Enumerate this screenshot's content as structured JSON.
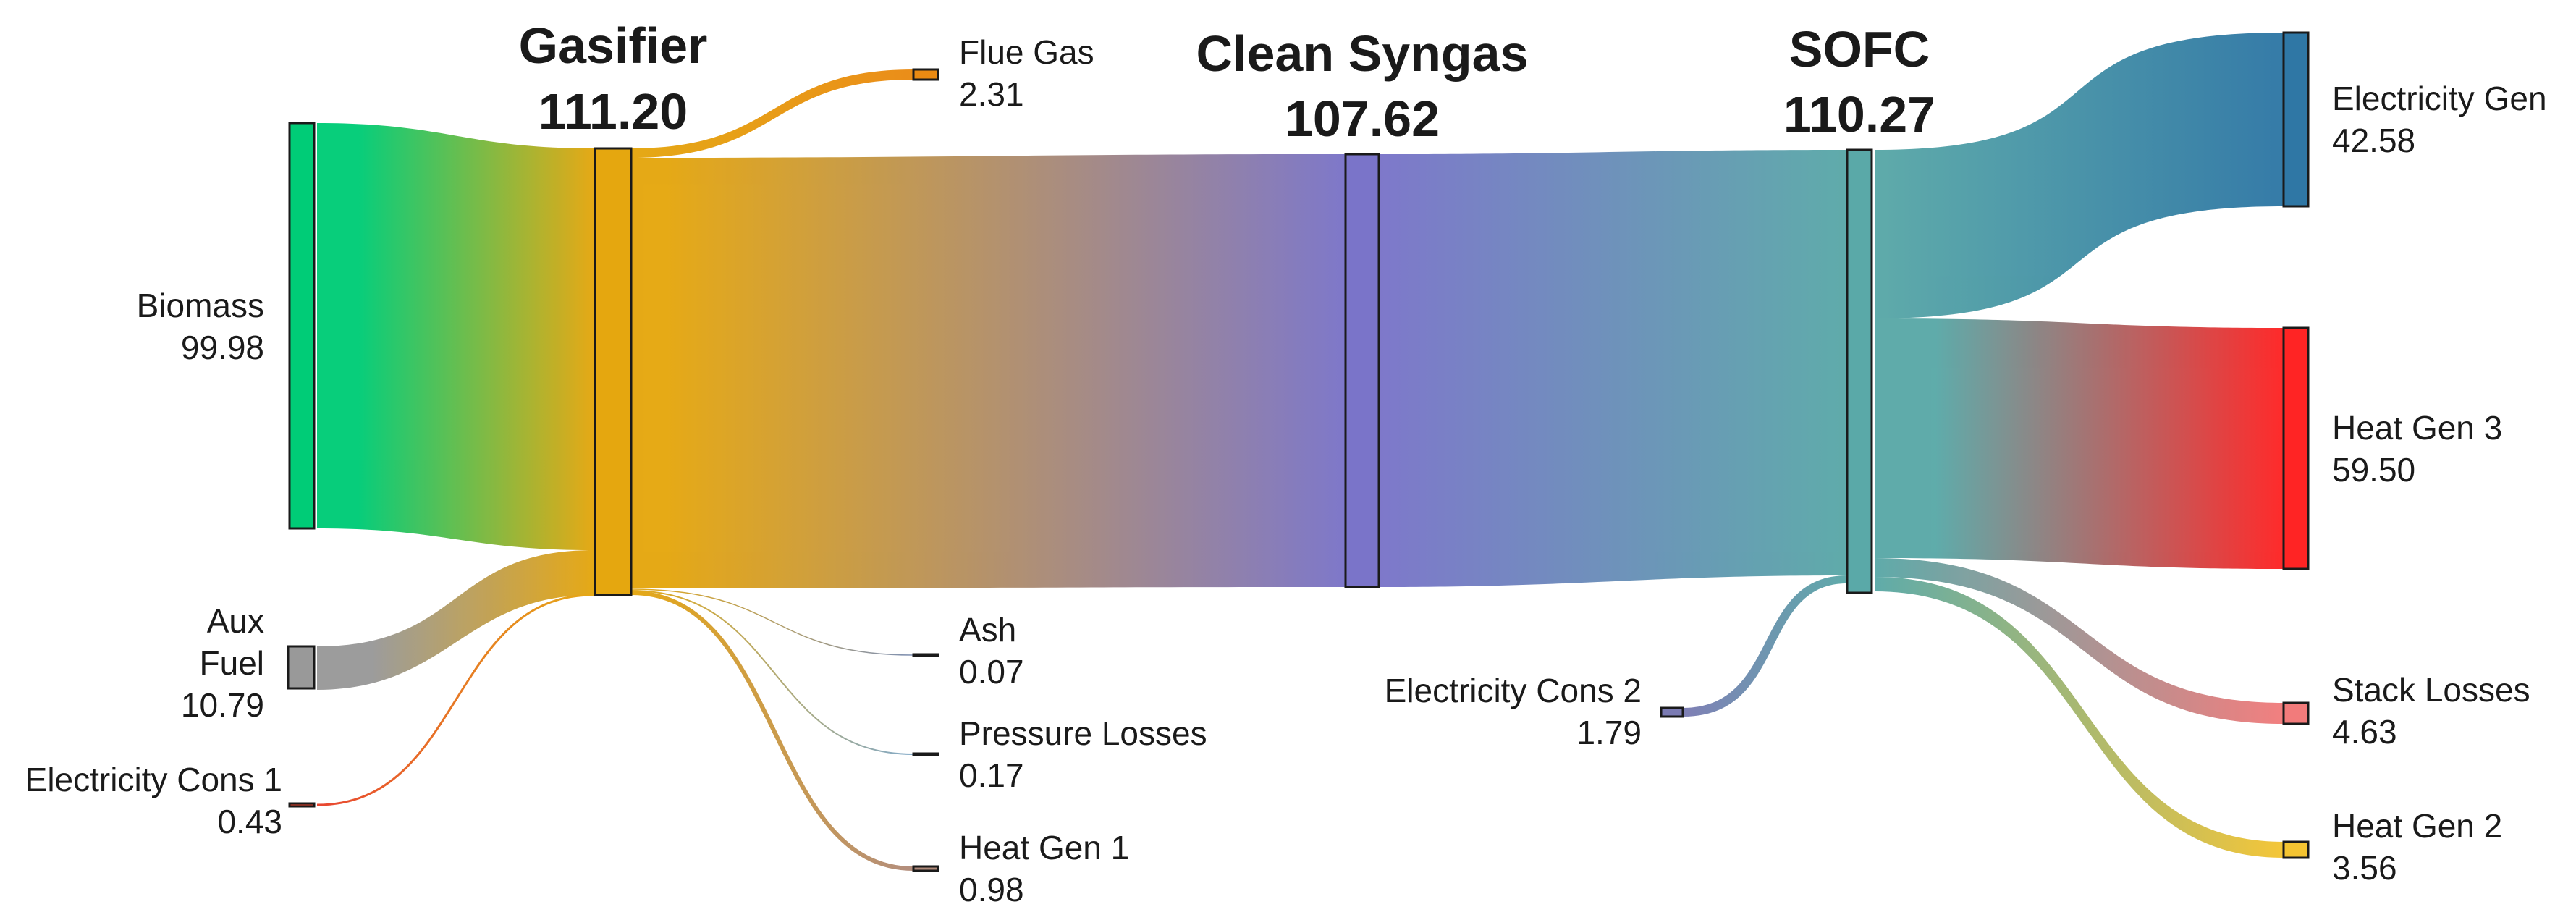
{
  "colors": {
    "biomass": "#00cc77",
    "aux_fuel": "#999999",
    "elec_cons_1": "#e8402b",
    "gasifier": "#e5a70f",
    "flue_gas": "#ea8a12",
    "ash": "#7d8fb3",
    "pressure_losses": "#7fa8c8",
    "heat_gen_1": "#b08a7a",
    "clean_syngas": "#7a74c9",
    "elec_cons_2": "#7b7bb3",
    "sofc": "#5aa9a8",
    "electricity_gen": "#2f77a5",
    "heat_gen_3": "#ff2424",
    "stack_losses": "#f27b7b",
    "heat_gen_2": "#f4c432"
  },
  "nodes": {
    "biomass": {
      "name": "Biomass",
      "value": "99.98"
    },
    "aux_fuel": {
      "name_line1": "Aux",
      "name_line2": "Fuel",
      "value": "10.79"
    },
    "elec_cons_1": {
      "name": "Electricity Cons 1",
      "value": "0.43"
    },
    "gasifier": {
      "name": "Gasifier",
      "value": "111.20"
    },
    "flue_gas": {
      "name": "Flue Gas",
      "value": "2.31"
    },
    "ash": {
      "name": "Ash",
      "value": "0.07"
    },
    "pressure_losses": {
      "name": "Pressure Losses",
      "value": "0.17"
    },
    "heat_gen_1": {
      "name": "Heat Gen 1",
      "value": "0.98"
    },
    "clean_syngas": {
      "name": "Clean Syngas",
      "value": "107.62"
    },
    "elec_cons_2": {
      "name": "Electricity Cons 2",
      "value": "1.79"
    },
    "sofc": {
      "name": "SOFC",
      "value": "110.27"
    },
    "electricity_gen": {
      "name": "Electricity Gen",
      "value": "42.58"
    },
    "heat_gen_3": {
      "name": "Heat Gen 3",
      "value": "59.50"
    },
    "stack_losses": {
      "name": "Stack Losses",
      "value": "4.63"
    },
    "heat_gen_2": {
      "name": "Heat Gen 2",
      "value": "3.56"
    }
  },
  "chart_data": {
    "type": "sankey",
    "links": [
      {
        "source": "Biomass",
        "target": "Gasifier",
        "value": 99.98
      },
      {
        "source": "Aux Fuel",
        "target": "Gasifier",
        "value": 10.79
      },
      {
        "source": "Electricity Cons 1",
        "target": "Gasifier",
        "value": 0.43
      },
      {
        "source": "Gasifier",
        "target": "Flue Gas",
        "value": 2.31
      },
      {
        "source": "Gasifier",
        "target": "Clean Syngas",
        "value": 107.62
      },
      {
        "source": "Gasifier",
        "target": "Ash",
        "value": 0.07
      },
      {
        "source": "Gasifier",
        "target": "Pressure Losses",
        "value": 0.17
      },
      {
        "source": "Gasifier",
        "target": "Heat Gen 1",
        "value": 0.98
      },
      {
        "source": "Clean Syngas",
        "target": "SOFC",
        "value": 107.62
      },
      {
        "source": "Electricity Cons 2",
        "target": "SOFC",
        "value": 1.79
      },
      {
        "source": "SOFC",
        "target": "Electricity Gen",
        "value": 42.58
      },
      {
        "source": "SOFC",
        "target": "Heat Gen 3",
        "value": 59.5
      },
      {
        "source": "SOFC",
        "target": "Stack Losses",
        "value": 4.63
      },
      {
        "source": "SOFC",
        "target": "Heat Gen 2",
        "value": 3.56
      }
    ]
  }
}
